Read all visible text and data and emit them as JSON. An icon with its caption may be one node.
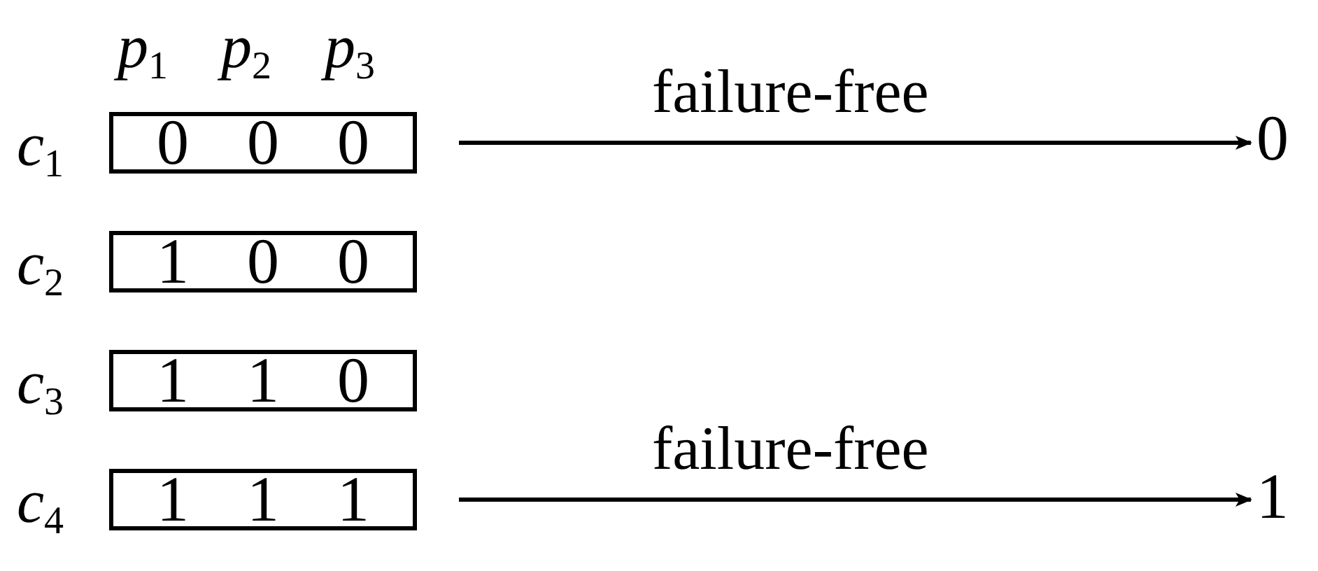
{
  "diagram": {
    "nodes": [
      {
        "text": [
          "0 0 0"
        ],
        "beside": [
          "*c*$_{1}$"
        ]
      },
      {
        "text": [
          "1 0 0"
        ],
        "beside": [
          "*c*$_{2}$"
        ]
      },
      {
        "text": [
          "1 1 0"
        ],
        "beside": [
          "*c*$_{3}$"
        ]
      },
      {
        "text": [
          "1 1 1"
        ],
        "beside": [
          "*c*$_{4}$"
        ]
      },
      {
        "text": [
          "0"
        ]
      },
      {
        "text": [
          "1"
        ]
      }
    ],
    "edges": [
      {
        "from": 0,
        "to": 4,
        "arrow": "to",
        "label": "failure-free"
      },
      {
        "from": 3,
        "to": 5,
        "arrow": "to",
        "label": "failure-free"
      }
    ],
    "labels": [
      "*p*$_{1}$",
      "*p*$_{2}$",
      "*p*$_{3}$"
    ]
  }
}
